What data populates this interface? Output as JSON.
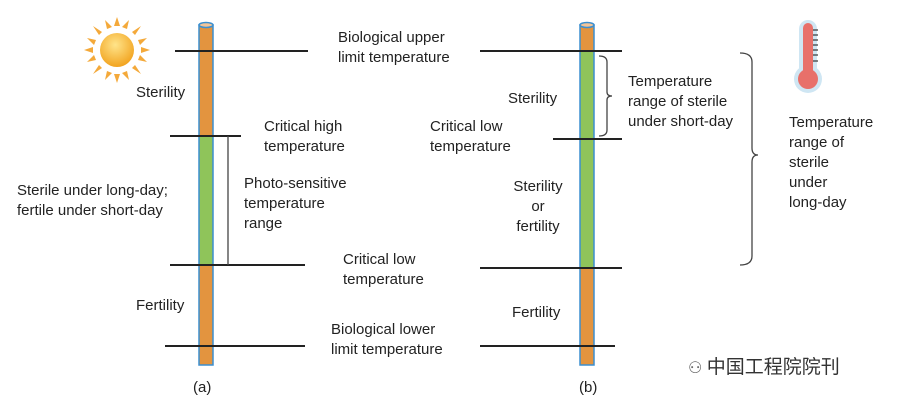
{
  "panel_a": {
    "caption": "(a)",
    "sterility": "Sterility",
    "critical_high": "Critical high\ntemperature",
    "sterile_long_day": "Sterile under long-day;\nfertile under short-day",
    "photo_range": "Photo-sensitive\ntemperature\nrange",
    "critical_low": "Critical low\ntemperature",
    "fertility": "Fertility",
    "bio_lower": "Biological lower\nlimit temperature"
  },
  "shared": {
    "bio_upper": "Biological upper\nlimit temperature"
  },
  "panel_b": {
    "caption": "(b)",
    "sterility": "Sterility",
    "critical_low": "Critical low\ntemperature",
    "sterility_or_fertility": "Sterility\nor\nfertility",
    "fertility": "Fertility",
    "short_day_range": "Temperature\nrange of sterile\nunder short-day",
    "long_day_range": "Temperature\nrange of\nsterile\nunder\nlong-day"
  },
  "watermark": "中国工程院院刊",
  "colors": {
    "orange": "#e3943f",
    "green": "#8fc45a",
    "outline": "#3b8fd0"
  }
}
